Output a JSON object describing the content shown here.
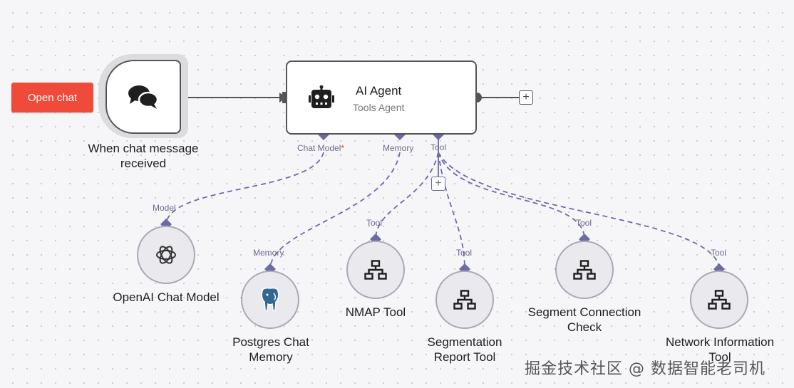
{
  "open_chat_label": "Open chat",
  "trigger": {
    "label": "When chat message received",
    "icon": "chat-bubbles-icon"
  },
  "agent": {
    "title": "AI Agent",
    "subtitle": "Tools Agent",
    "icon": "robot-icon",
    "ports": {
      "chat_model": "Chat Model",
      "chat_model_required": "*",
      "memory": "Memory",
      "tool": "Tool"
    }
  },
  "sub_nodes": [
    {
      "id": "openai",
      "port_label": "Model",
      "label": "OpenAI Chat Model",
      "icon": "openai-icon"
    },
    {
      "id": "postgres",
      "port_label": "Memory",
      "label": "Postgres Chat Memory",
      "icon": "postgres-elephant-icon"
    },
    {
      "id": "nmap",
      "port_label": "Tool",
      "label": "NMAP Tool",
      "icon": "network-icon"
    },
    {
      "id": "segmentation",
      "port_label": "Tool",
      "label": "Segmentation Report Tool",
      "icon": "network-icon"
    },
    {
      "id": "segment-check",
      "port_label": "Tool",
      "label": "Segment Connection Check",
      "icon": "network-icon"
    },
    {
      "id": "network-info",
      "port_label": "Tool",
      "label": "Network Information Tool",
      "icon": "network-icon"
    }
  ],
  "add_button_label": "+",
  "watermark": "掘金技术社区 @ 数据智能老司机",
  "colors": {
    "accent_red": "#f04a3a",
    "port_purple": "#6d6aa8",
    "border": "#555555"
  }
}
